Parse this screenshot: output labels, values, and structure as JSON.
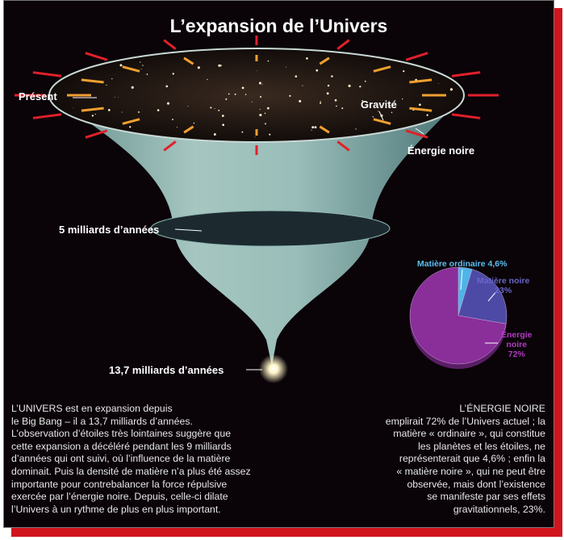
{
  "title": "L’expansion de l’Univers",
  "labels": {
    "present": "Présent",
    "gravity": "Gravité",
    "dark_energy": "Énergie noire",
    "five_billion": "5 milliards d’années",
    "big_bang": "13,7 milliards d’années"
  },
  "pie": {
    "ordinary": {
      "label": "Matière ordinaire 4,6%",
      "value": 4.6,
      "color": "#4fb4e8"
    },
    "dark_matter": {
      "label_line1": "Matière noire",
      "label_line2": "23%",
      "value": 23,
      "color": "#4d4aa6"
    },
    "dark_energy": {
      "label_line1": "Énergie",
      "label_line2": "noire",
      "label_line3": "72%",
      "value": 72,
      "color": "#8a2e9a"
    }
  },
  "left_text": {
    "lines": [
      "L’UNIVERS est en expansion depuis",
      "le Big Bang – il a 13,7 milliards d’années.",
      "L’observation d’étoiles très lointaines suggère que",
      "cette expansion a décéléré pendant les 9 milliards",
      "d’années qui ont suivi, où l’influence de la matière",
      "dominait. Puis la densité de matière n’a plus été assez",
      "importante pour contrebalancer la force répulsive",
      "exercée par l’énergie noire. Depuis, celle-ci dilate",
      "l’Univers à un rythme de plus en plus important."
    ]
  },
  "right_text": {
    "lines": [
      "L’ÉNERGIE NOIRE",
      "emplirait 72% de l’Univers actuel ; la",
      "matière « ordinaire », qui constitue",
      "les planètes et les étoiles, ne",
      "représenterait que 4,6% ; enfin la",
      "« matière noire », qui ne peut être",
      "observée, mais dont l’existence",
      "se manifeste par ses effets",
      "gravitationnels, 23%."
    ]
  }
}
